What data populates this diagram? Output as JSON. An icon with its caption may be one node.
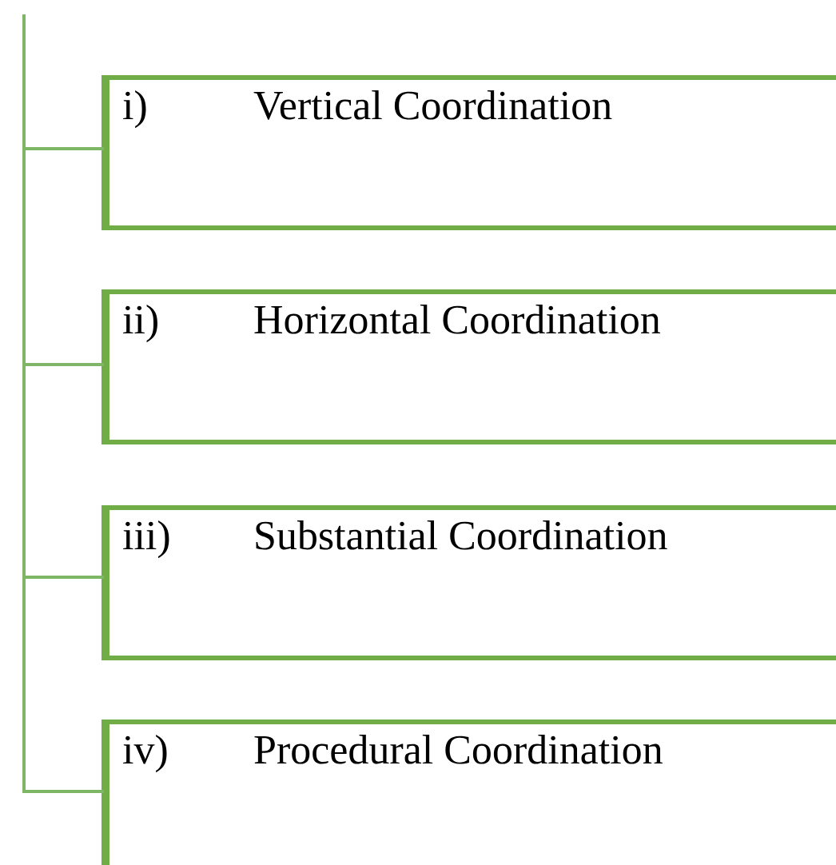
{
  "diagram": {
    "nodes": [
      {
        "text": [
          "i)",
          "Vertical Coordination"
        ]
      },
      {
        "text": [
          "ii)",
          "Horizontal Coordination"
        ]
      },
      {
        "text": [
          "iii)",
          "Substantial Coordination"
        ]
      },
      {
        "text": [
          "iv)",
          "Procedural Coordination"
        ]
      }
    ],
    "edges": [
      {
        "from": null,
        "to": 0,
        "arrow": "none"
      },
      {
        "from": null,
        "to": 1,
        "arrow": "none"
      },
      {
        "from": null,
        "to": 2,
        "arrow": "none"
      },
      {
        "from": null,
        "to": 3,
        "arrow": "none"
      }
    ]
  }
}
